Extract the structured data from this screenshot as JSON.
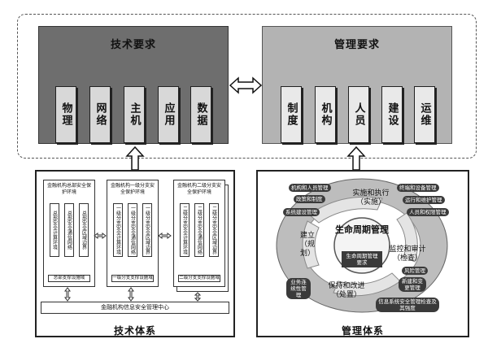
{
  "top": {
    "tech_req": {
      "title": "技术要求",
      "pillars": [
        "物理",
        "网络",
        "主机",
        "应用",
        "数据"
      ]
    },
    "mgmt_req": {
      "title": "管理要求",
      "pillars": [
        "制度",
        "机构",
        "人员",
        "建设",
        "运维"
      ]
    }
  },
  "tech_system": {
    "label": "技术体系",
    "envs": [
      {
        "title": "金融机构总部安全保护环境",
        "cols": [
          "总部安全计算环境",
          "总部安全通信网络",
          "总部安全区域边界"
        ],
        "support": "总部支撑设施域"
      },
      {
        "title": "金融机构一级分支安全保护环境",
        "cols": [
          "一级分支安全计算环境",
          "一级分支安全通信网络",
          "一级分支安全区域边界"
        ],
        "support": "一级分支支撑设施域"
      },
      {
        "title": "金融机构二级分支安全保护环境",
        "cols": [
          "二级分支安全计算环境",
          "二级分支安全通信网络",
          "二级分支安全区域边界"
        ],
        "support": "二级分支支撑设施域"
      }
    ],
    "center": "金融机构信息安全管理中心"
  },
  "mgmt_system": {
    "label": "管理体系",
    "center_title": "生命周期管理",
    "center_sub": "生命周期管理要求",
    "stages": {
      "implement": "实施和执行（实施）",
      "build": "建立（规划）",
      "monitor": "监控和审计（检查）",
      "maintain": "保持和改进（处置）"
    },
    "pills": {
      "p1": "机构和人员管理",
      "p2": "政策和制度",
      "p3": "系统建设管理",
      "p4": "终端和设备管理",
      "p5": "运行和维护管理",
      "p6": "人员和权限管理",
      "p7": "风险管理",
      "p8": "新建和变更管理",
      "p9": "业务连续性管理",
      "p10": "信息系统安全管理检查及其强度"
    }
  }
}
